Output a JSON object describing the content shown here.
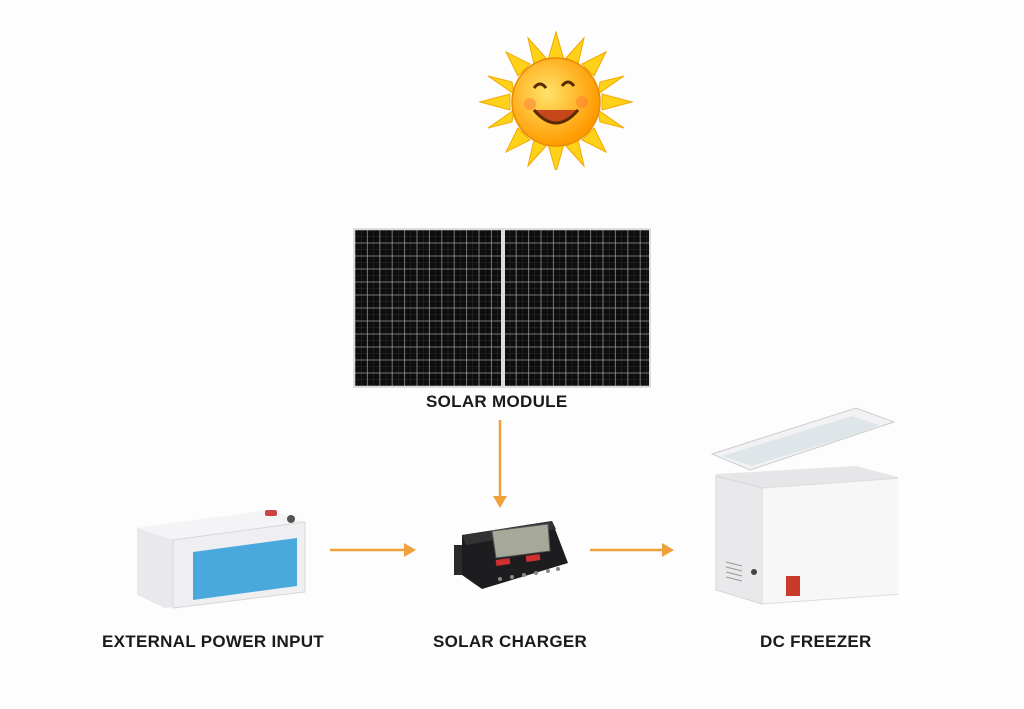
{
  "labels": {
    "solar_module": "SOLAR MODULE",
    "external_power_input": "EXTERNAL POWER INPUT",
    "solar_charger": "SOLAR CHARGER",
    "dc_freezer": "DC FREEZER"
  },
  "colors": {
    "arrow": "#efa23a",
    "sun": "#ffc20e",
    "panel": "#111111"
  }
}
